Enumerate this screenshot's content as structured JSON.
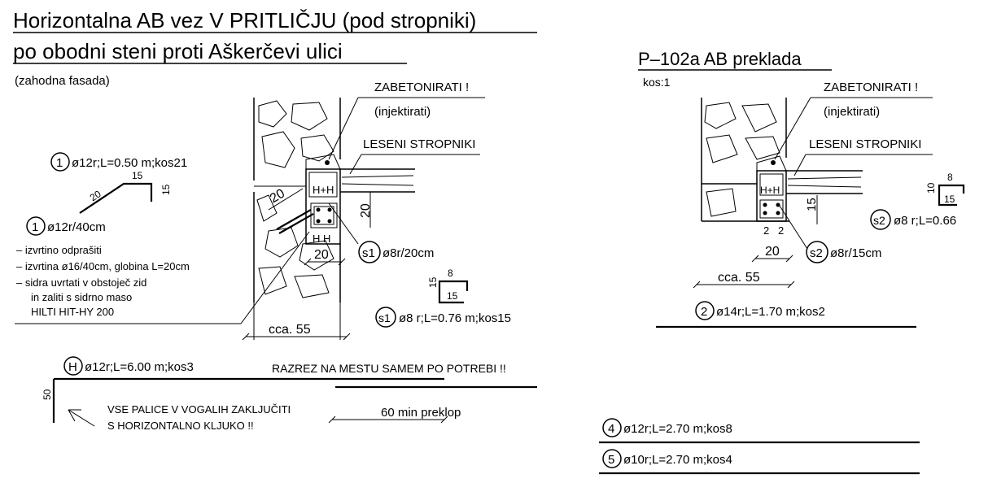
{
  "left": {
    "title_line1": "Horizontalna AB vez V PRITLIČJU (pod stropniki)",
    "title_line2": "po obodni steni proti Aškerčevi ulici",
    "subtitle": "(zahodna fasada)",
    "zabetonirati": "ZABETONIRATI !",
    "injektirati": "(injektirati)",
    "leseni": "LESENI STROPNIKI",
    "bar1_num": "1",
    "bar1_spec": "ø12r;L=0.50 m;kos21",
    "bar1_dim_20": "20",
    "bar1_dim_15a": "15",
    "bar1_dim_15b": "15",
    "bar1b_num": "1",
    "bar1b_spec": "ø12r/40cm",
    "notes": [
      "– izvrtino odprašiti",
      "– izvrtina ø16/40cm, globina L=20cm",
      "– sidra uvrtati v obstoječ zid",
      "in zaliti s sidrno maso",
      "HILTI HIT-HY 200"
    ],
    "dim_20_slant": "20",
    "dim_20_vert": "20",
    "hh_top": "H+H",
    "hh_bot": "H   H",
    "dim_20_bottom": "20",
    "s1_num": "s1",
    "s1_spec": "ø8r/20cm",
    "stirrup_8": "8",
    "stirrup_15a": "15",
    "stirrup_15b": "15",
    "s1b_num": "s1",
    "s1b_spec": "ø8 r;L=0.76 m;kos15",
    "cca55": "cca. 55",
    "h_num": "H",
    "h_spec": "ø12r;L=6.00 m;kos3",
    "razrez": "RAZREZ NA MESTU SAMEM PO POTREBI !!",
    "hook_50": "50",
    "vse1": "VSE PALICE V VOGALIH ZAKLJUČITI",
    "vse2": "S HORIZONTALNO KLJUKO !!",
    "min_preklop": "60 min preklop"
  },
  "right": {
    "title": "P–102a AB preklada",
    "kos": "kos:1",
    "zabetonirati": "ZABETONIRATI !",
    "injektirati": "(injektirati)",
    "leseni": "LESENI STROPNIKI",
    "hh": "H+H",
    "stirrup_8": "8",
    "stirrup_10": "10",
    "stirrup_15": "15",
    "s2b_num": "s2",
    "s2b_spec": "ø8 r;L=0.66",
    "dim_15": "15",
    "dim_2a": "2",
    "dim_2b": "2",
    "dim_20": "20",
    "s2_num": "s2",
    "s2_spec": "ø8r/15cm",
    "cca55": "cca. 55",
    "bar2_num": "2",
    "bar2_spec": "ø14r;L=1.70 m;kos2",
    "bar4_num": "4",
    "bar4_spec": "ø12r;L=2.70 m;kos8",
    "bar5_num": "5",
    "bar5_spec": "ø10r;L=2.70 m;kos4"
  }
}
